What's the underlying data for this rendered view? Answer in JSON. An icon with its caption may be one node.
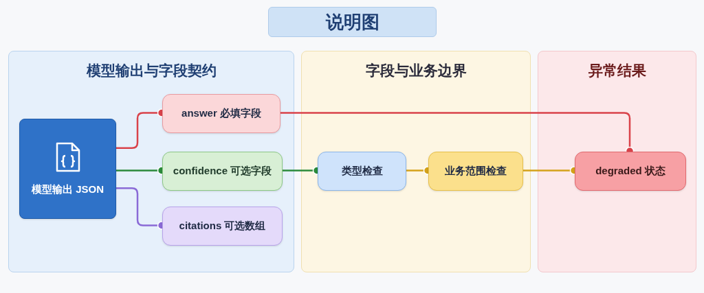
{
  "diagram": {
    "title": "说明图",
    "nodes": [
      {
        "text": [
          "模型输出与字段契约"
        ]
      },
      {
        "text": [
          "字段与业务边界"
        ]
      },
      {
        "text": [
          "异常结果"
        ]
      },
      {
        "text": [
          "模型输出 JSON"
        ],
        "in": 0
      },
      {
        "text": [
          "answer 必填字段"
        ],
        "in": 0
      },
      {
        "text": [
          "confidence 可选字段"
        ],
        "in": 0
      },
      {
        "text": [
          "citations 可选数组"
        ],
        "in": 0
      },
      {
        "text": [
          "类型检查"
        ],
        "in": 1
      },
      {
        "text": [
          "业务范围检查"
        ],
        "in": 1
      },
      {
        "text": [
          "degraded 状态"
        ],
        "in": 2
      }
    ],
    "edges": [
      {
        "from": 3,
        "to": 4,
        "arrow": "other",
        "color": "#d9424a"
      },
      {
        "from": 3,
        "to": 5,
        "arrow": "other",
        "color": "#2a8a3a"
      },
      {
        "from": 3,
        "to": 6,
        "arrow": "other",
        "color": "#8a6ad6"
      },
      {
        "from": 4,
        "to": 9,
        "arrow": "other",
        "color": "#d9424a"
      },
      {
        "from": 5,
        "to": 7,
        "arrow": "other",
        "color": "#2a8a3a"
      },
      {
        "from": 7,
        "to": 8,
        "arrow": "other",
        "color": "#d4a21a"
      },
      {
        "from": 8,
        "to": 9,
        "arrow": "other",
        "color": "#d4a21a"
      }
    ]
  }
}
